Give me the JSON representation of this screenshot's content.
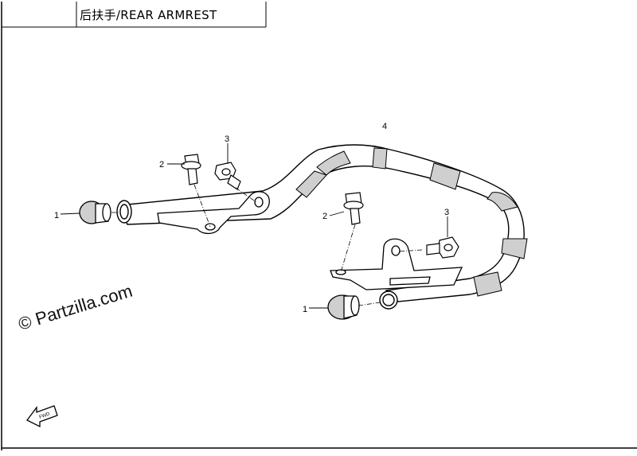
{
  "diagram": {
    "title": "后扶手/REAR ARMREST",
    "watermark": "© Partzilla.com",
    "fwd_label": "FWD",
    "callouts": {
      "left_plug": "1",
      "right_plug": "1",
      "left_bolt": "2",
      "right_bolt": "2",
      "left_nut": "3",
      "right_nut": "3",
      "armrest": "4"
    }
  }
}
